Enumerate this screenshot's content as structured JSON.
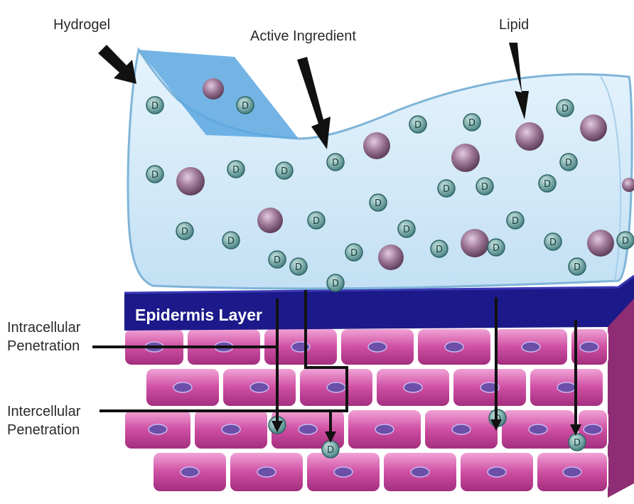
{
  "labels": {
    "hydrogel": "Hydrogel",
    "active_ingredient": "Active Ingredient",
    "lipid": "Lipid",
    "epidermis": "Epidermis Layer",
    "intracellular": "Intracellular Penetration",
    "intercellular": "Intercellular Penetration"
  },
  "particle_marker": "D",
  "colors": {
    "hydrogel_fill": "#d3ebfa",
    "hydrogel_edge": "#7fb4d8",
    "hydrogel_flap": "#5aa7e0",
    "lipid": "#7b5873",
    "active_ingredient": "#4f8f8f",
    "epidermis": "#1c1a8a",
    "cell": "#cf4fa3",
    "nucleus": "#6b4fa8"
  }
}
